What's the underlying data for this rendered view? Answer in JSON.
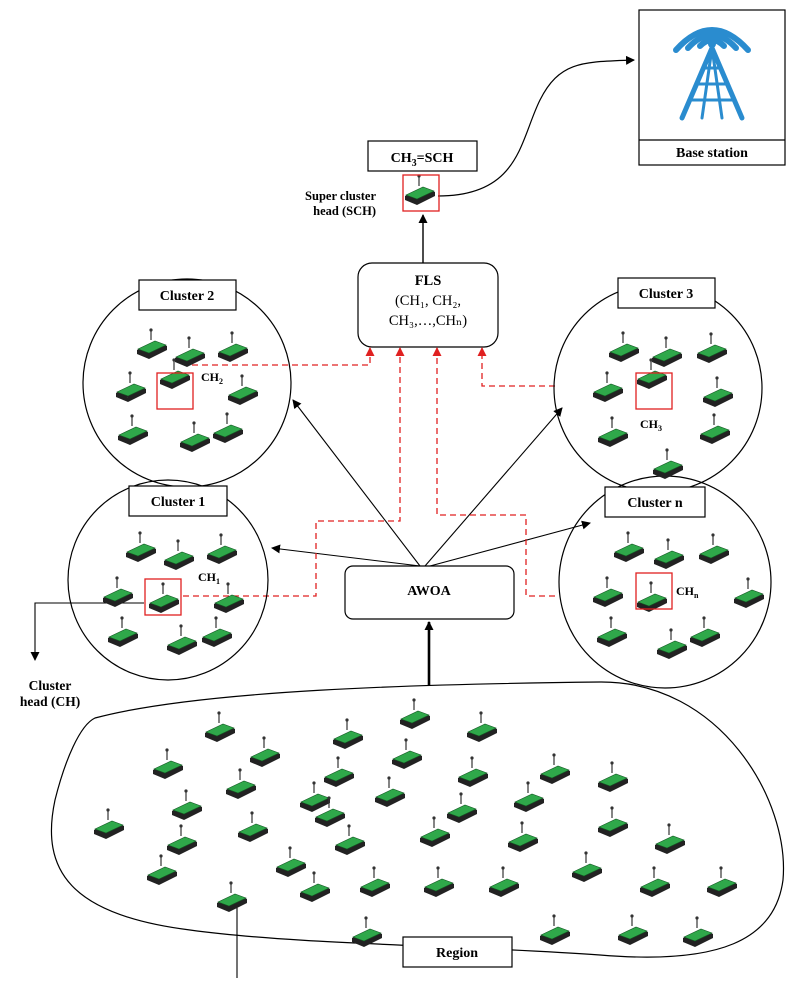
{
  "base_station": {
    "label": "Base station"
  },
  "sch_box": {
    "label": "CH",
    "sub": "3",
    "suffix": "=SCH"
  },
  "sch_caption": {
    "line1": "Super cluster",
    "line2": "head (SCH)"
  },
  "fls": {
    "title": "FLS",
    "line1": "(CH₁, CH₂,",
    "line2": "CH₃,…,CHₙ)"
  },
  "awoa": {
    "label": "AWOA"
  },
  "clusters": {
    "c1": {
      "title": "Cluster 1",
      "ch": "CH",
      "ch_sub": "1"
    },
    "c2": {
      "title": "Cluster 2",
      "ch": "CH",
      "ch_sub": "2"
    },
    "c3": {
      "title": "Cluster 3",
      "ch": "CH",
      "ch_sub": "3"
    },
    "cn": {
      "title": "Cluster n",
      "ch": "CH",
      "ch_sub": "n"
    }
  },
  "ch_caption": {
    "line1": "Cluster",
    "line2": "head (CH)"
  },
  "region": {
    "label": "Region"
  },
  "colors": {
    "link_dashed": "#e02020",
    "tower": "#2a8ccf",
    "node_green": "#2fa84a"
  }
}
